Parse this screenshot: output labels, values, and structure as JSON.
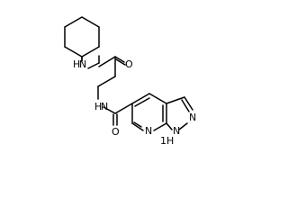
{
  "molecule": {
    "atoms": [
      {
        "id": "c1",
        "element": "C",
        "label": ""
      },
      {
        "id": "c2",
        "element": "C",
        "label": ""
      },
      {
        "id": "c3",
        "element": "C",
        "label": ""
      },
      {
        "id": "c4",
        "element": "C",
        "label": ""
      },
      {
        "id": "c5",
        "element": "C",
        "label": ""
      },
      {
        "id": "c6",
        "element": "C",
        "label": ""
      },
      {
        "id": "n1",
        "element": "N",
        "label": "H"
      },
      {
        "id": "n1n",
        "element": "N",
        "label": "N"
      },
      {
        "id": "c7",
        "element": "C",
        "label": ""
      },
      {
        "id": "o1",
        "element": "O",
        "label": "O"
      },
      {
        "id": "c8",
        "element": "C",
        "label": ""
      },
      {
        "id": "n2h",
        "element": "N",
        "label": "H"
      },
      {
        "id": "n2n",
        "element": "N",
        "label": "N"
      },
      {
        "id": "c9",
        "element": "C",
        "label": ""
      },
      {
        "id": "o2",
        "element": "O",
        "label": "O"
      },
      {
        "id": "c10",
        "element": "C",
        "label": ""
      },
      {
        "id": "c11",
        "element": "C",
        "label": ""
      },
      {
        "id": "c12",
        "element": "C",
        "label": ""
      },
      {
        "id": "c13",
        "element": "C",
        "label": ""
      },
      {
        "id": "n3",
        "element": "N",
        "label": "N"
      },
      {
        "id": "c14",
        "element": "C",
        "label": ""
      },
      {
        "id": "n4h",
        "element": "N",
        "label": "1"
      },
      {
        "id": "n4",
        "element": "N",
        "label": "N"
      },
      {
        "id": "n5",
        "element": "N",
        "label": "N"
      },
      {
        "id": "c15",
        "element": "C",
        "label": ""
      }
    ],
    "labels": {
      "nh_top_h": "H",
      "nh_top_n": "N",
      "o_top": "O",
      "nh_mid_h": "H",
      "nh_mid_n": "N",
      "o_bottom": "O",
      "n_pyridine": "N",
      "n_pyrazole_h": "H",
      "n_pyrazole_1": "1",
      "n_pyrazole_n1": "N",
      "n_pyrazole_n2": "N"
    }
  }
}
